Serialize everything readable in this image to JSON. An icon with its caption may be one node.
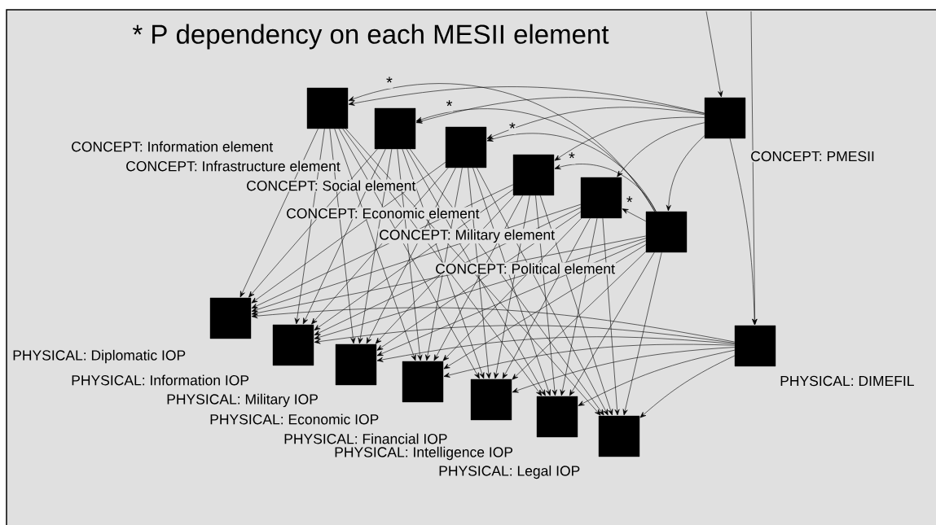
{
  "diagram": {
    "title": "* P dependency on each MESII element",
    "nodes": [
      {
        "text": [],
        "shape": "box"
      },
      {
        "text": [],
        "shape": "box"
      },
      {
        "text": [],
        "shape": "box"
      },
      {
        "text": [],
        "shape": "box"
      },
      {
        "text": [],
        "shape": "box"
      },
      {
        "text": [],
        "shape": "box"
      },
      {
        "text": [],
        "shape": "box"
      },
      {
        "text": [],
        "shape": "box"
      },
      {
        "text": [],
        "shape": "box"
      },
      {
        "text": [],
        "shape": "box"
      },
      {
        "text": [],
        "shape": "box"
      },
      {
        "text": [],
        "shape": "box"
      },
      {
        "text": [],
        "shape": "box"
      },
      {
        "text": [],
        "shape": "box"
      },
      {
        "text": [],
        "shape": "box"
      }
    ],
    "edges": [
      {
        "from": null,
        "to": 6,
        "arrow": "to"
      },
      {
        "from": null,
        "to": 14,
        "arrow": "to"
      },
      {
        "from": 6,
        "to": 0,
        "arrow": "to"
      },
      {
        "from": 6,
        "to": 1,
        "arrow": "to"
      },
      {
        "from": 6,
        "to": 2,
        "arrow": "to"
      },
      {
        "from": 6,
        "to": 3,
        "arrow": "to"
      },
      {
        "from": 6,
        "to": 4,
        "arrow": "to"
      },
      {
        "from": 6,
        "to": 5,
        "arrow": "to"
      },
      {
        "from": 6,
        "to": 14,
        "arrow": "to"
      },
      {
        "from": 5,
        "to": 4,
        "arrow": "to",
        "label": "*"
      },
      {
        "from": 5,
        "to": 3,
        "arrow": "to",
        "label": "*"
      },
      {
        "from": 5,
        "to": 2,
        "arrow": "to",
        "label": "*"
      },
      {
        "from": 5,
        "to": 1,
        "arrow": "to",
        "label": "*"
      },
      {
        "from": 5,
        "to": 0,
        "arrow": "to",
        "label": "*"
      },
      {
        "from": 0,
        "to": 7,
        "arrow": "to"
      },
      {
        "from": 0,
        "to": 8,
        "arrow": "to"
      },
      {
        "from": 0,
        "to": 9,
        "arrow": "to"
      },
      {
        "from": 0,
        "to": 10,
        "arrow": "to"
      },
      {
        "from": 0,
        "to": 11,
        "arrow": "to"
      },
      {
        "from": 0,
        "to": 12,
        "arrow": "to"
      },
      {
        "from": 0,
        "to": 13,
        "arrow": "to"
      },
      {
        "from": 1,
        "to": 7,
        "arrow": "to"
      },
      {
        "from": 1,
        "to": 8,
        "arrow": "to"
      },
      {
        "from": 1,
        "to": 9,
        "arrow": "to"
      },
      {
        "from": 1,
        "to": 10,
        "arrow": "to"
      },
      {
        "from": 1,
        "to": 11,
        "arrow": "to"
      },
      {
        "from": 1,
        "to": 12,
        "arrow": "to"
      },
      {
        "from": 1,
        "to": 13,
        "arrow": "to"
      },
      {
        "from": 2,
        "to": 7,
        "arrow": "to"
      },
      {
        "from": 2,
        "to": 8,
        "arrow": "to"
      },
      {
        "from": 2,
        "to": 9,
        "arrow": "to"
      },
      {
        "from": 2,
        "to": 10,
        "arrow": "to"
      },
      {
        "from": 2,
        "to": 11,
        "arrow": "to"
      },
      {
        "from": 2,
        "to": 12,
        "arrow": "to"
      },
      {
        "from": 2,
        "to": 13,
        "arrow": "to"
      },
      {
        "from": 3,
        "to": 7,
        "arrow": "to"
      },
      {
        "from": 3,
        "to": 8,
        "arrow": "to"
      },
      {
        "from": 3,
        "to": 9,
        "arrow": "to"
      },
      {
        "from": 3,
        "to": 10,
        "arrow": "to"
      },
      {
        "from": 3,
        "to": 11,
        "arrow": "to"
      },
      {
        "from": 3,
        "to": 12,
        "arrow": "to"
      },
      {
        "from": 3,
        "to": 13,
        "arrow": "to"
      },
      {
        "from": 4,
        "to": 7,
        "arrow": "to"
      },
      {
        "from": 4,
        "to": 8,
        "arrow": "to"
      },
      {
        "from": 4,
        "to": 9,
        "arrow": "to"
      },
      {
        "from": 4,
        "to": 10,
        "arrow": "to"
      },
      {
        "from": 4,
        "to": 11,
        "arrow": "to"
      },
      {
        "from": 4,
        "to": 12,
        "arrow": "to"
      },
      {
        "from": 4,
        "to": 13,
        "arrow": "to"
      },
      {
        "from": 5,
        "to": 7,
        "arrow": "to"
      },
      {
        "from": 5,
        "to": 8,
        "arrow": "to"
      },
      {
        "from": 5,
        "to": 9,
        "arrow": "to"
      },
      {
        "from": 5,
        "to": 10,
        "arrow": "to"
      },
      {
        "from": 5,
        "to": 11,
        "arrow": "to"
      },
      {
        "from": 5,
        "to": 12,
        "arrow": "to"
      },
      {
        "from": 5,
        "to": 13,
        "arrow": "to"
      },
      {
        "from": 14,
        "to": 7,
        "arrow": "to"
      },
      {
        "from": 14,
        "to": 8,
        "arrow": "to"
      },
      {
        "from": 14,
        "to": 9,
        "arrow": "to"
      },
      {
        "from": 14,
        "to": 10,
        "arrow": "to"
      },
      {
        "from": 14,
        "to": 11,
        "arrow": "to"
      },
      {
        "from": 14,
        "to": 12,
        "arrow": "to"
      },
      {
        "from": 14,
        "to": 13,
        "arrow": "to"
      }
    ],
    "labels": [
      "CONCEPT: Information element",
      "CONCEPT: Infrastructure element",
      "CONCEPT: Social element",
      "CONCEPT: Economic element",
      "CONCEPT: Military element",
      "CONCEPT: Political element",
      "CONCEPT: PMESII",
      "PHYSICAL: Diplomatic IOP",
      "PHYSICAL: Information IOP",
      "PHYSICAL: Military IOP",
      "PHYSICAL: Economic IOP",
      "PHYSICAL: Financial IOP",
      "PHYSICAL: Intelligence IOP",
      "PHYSICAL: Legal IOP",
      "PHYSICAL: DIMEFIL"
    ]
  }
}
